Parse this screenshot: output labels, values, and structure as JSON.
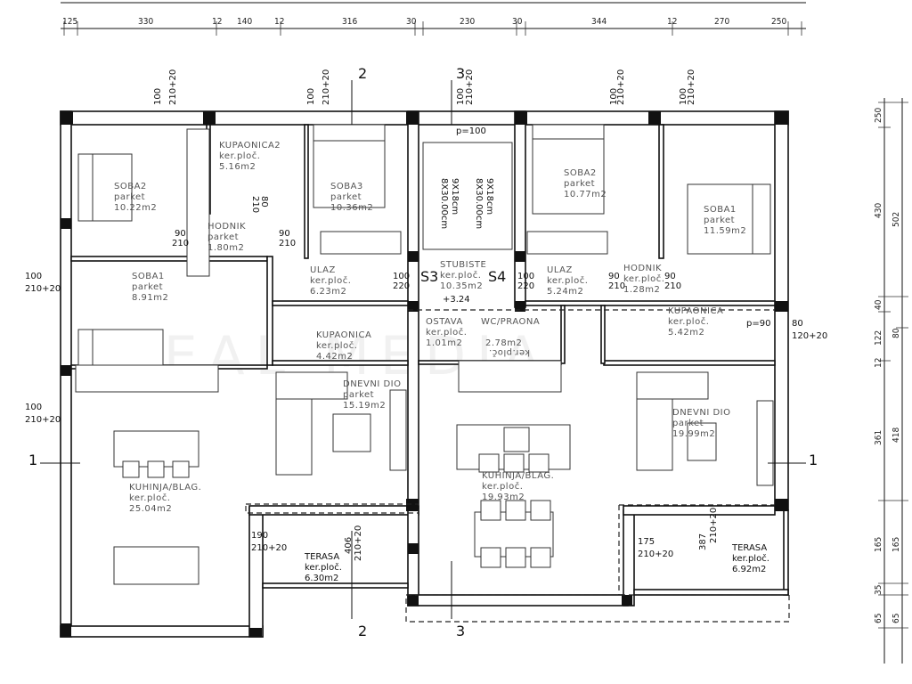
{
  "top_dimensions": [
    "125",
    "330",
    "12",
    "140",
    "12",
    "316",
    "30",
    "230",
    "30",
    "344",
    "12",
    "270",
    "250"
  ],
  "right_dimensions_inner": [
    "250",
    "430",
    "40",
    "122",
    "12",
    "361",
    "165",
    "35",
    "65"
  ],
  "right_dimensions_outer": [
    "502",
    "80",
    "418",
    "165",
    "65"
  ],
  "section_markers": {
    "s1": "1",
    "s2": "2",
    "s3": "3"
  },
  "rooms": [
    {
      "name": "SOBA2",
      "floor": "parket",
      "area": "10.22m2"
    },
    {
      "name": "KUPAONICA2",
      "floor": "ker.ploč.",
      "area": "5.16m2"
    },
    {
      "name": "SOBA3",
      "floor": "parket",
      "area": "10.36m2"
    },
    {
      "name": "HODNIK",
      "floor": "parket",
      "area": "1.80m2"
    },
    {
      "name": "SOBA1",
      "floor": "parket",
      "area": "8.91m2"
    },
    {
      "name": "ULAZ",
      "floor": "ker.ploč.",
      "area": "6.23m2"
    },
    {
      "name": "KUPAONICA",
      "floor": "ker.ploč.",
      "area": "4.42m2"
    },
    {
      "name": "STUBISTE",
      "floor": "ker.ploč.",
      "area": "10.35m2"
    },
    {
      "name": "ULAZ",
      "floor": "ker.ploč.",
      "area": "5.24m2"
    },
    {
      "name": "HODNIK",
      "floor": "ker.ploč.",
      "area": "1.28m2"
    },
    {
      "name": "SOBA2",
      "floor": "parket",
      "area": "10.77m2"
    },
    {
      "name": "SOBA1",
      "floor": "parket",
      "area": "11.59m2"
    },
    {
      "name": "KUPAONICA",
      "floor": "ker.ploč.",
      "area": "5.42m2"
    },
    {
      "name": "OSTAVA",
      "floor": "ker.ploč.",
      "area": "1.01m2"
    },
    {
      "name": "WC/PRAONA",
      "floor": "ker.ploč.",
      "area": "2.78m2"
    },
    {
      "name": "DNEVNI DIO",
      "floor": "parket",
      "area": "15.19m2"
    },
    {
      "name": "DNEVNI DIO",
      "floor": "parket",
      "area": "19.99m2"
    },
    {
      "name": "KUHINJA/BLAG.",
      "floor": "ker.ploč.",
      "area": "25.04m2"
    },
    {
      "name": "KUHINJA/BLAG.",
      "floor": "ker.ploč.",
      "area": "19.93m2"
    },
    {
      "name": "TERASA",
      "floor": "ker.ploč.",
      "area": "6.30m2"
    },
    {
      "name": "TERASA",
      "floor": "ker.ploč.",
      "area": "6.92m2"
    }
  ],
  "stair": {
    "unit_left": "S3",
    "unit_right": "S4",
    "level": "+3.24",
    "flight_a": "9X18cm",
    "flight_a2": "8X30.00cm",
    "flight_b": "9X18cm",
    "flight_b2": "8X30.00cm",
    "landing": "p=100"
  },
  "openings": {
    "win_w": "100",
    "win_h": "210+20",
    "door_90": "90",
    "door_80": "80",
    "door_h": "210",
    "door_100": "100",
    "door_220": "220",
    "balc_190": "190",
    "balc_175": "175",
    "balc_h": "210+20",
    "w80": "80",
    "w80h": "120+20",
    "shower": "p=90",
    "t406": "406",
    "t387": "387"
  },
  "watermark": "REAL MEDIA"
}
